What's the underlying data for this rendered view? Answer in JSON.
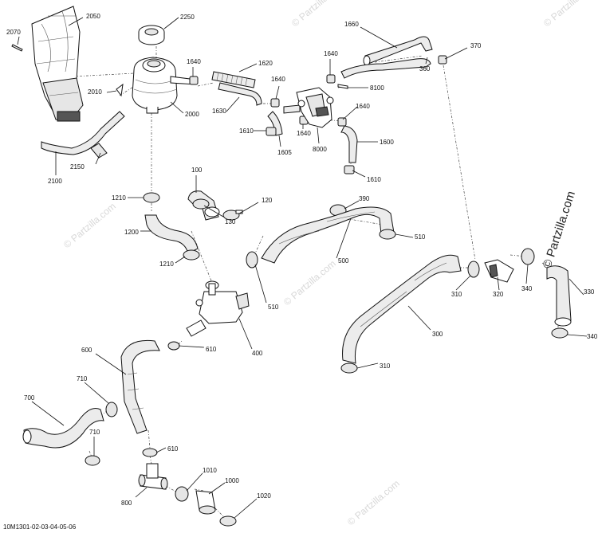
{
  "diagram": {
    "doc_code": "10M1301-02-03-04-05-06",
    "watermark_text": "© Partzilla.com",
    "watermark_big": "© Partzilla.com",
    "labels": [
      {
        "id": "2050",
        "text": "2050"
      },
      {
        "id": "2250",
        "text": "2250"
      },
      {
        "id": "2070",
        "text": "2070"
      },
      {
        "id": "1640a",
        "text": "1640"
      },
      {
        "id": "1620",
        "text": "1620"
      },
      {
        "id": "2010",
        "text": "2010"
      },
      {
        "id": "2000",
        "text": "2000"
      },
      {
        "id": "1640b",
        "text": "1640"
      },
      {
        "id": "1630",
        "text": "1630"
      },
      {
        "id": "1610a",
        "text": "1610"
      },
      {
        "id": "1605",
        "text": "1605"
      },
      {
        "id": "1640c",
        "text": "1640"
      },
      {
        "id": "8000",
        "text": "8000"
      },
      {
        "id": "1640d",
        "text": "1640"
      },
      {
        "id": "8100",
        "text": "8100"
      },
      {
        "id": "1640e",
        "text": "1640"
      },
      {
        "id": "1660",
        "text": "1660"
      },
      {
        "id": "360",
        "text": "360"
      },
      {
        "id": "370",
        "text": "370"
      },
      {
        "id": "1600",
        "text": "1600"
      },
      {
        "id": "1610b",
        "text": "1610"
      },
      {
        "id": "2150",
        "text": "2150"
      },
      {
        "id": "2100",
        "text": "2100"
      },
      {
        "id": "100",
        "text": "100"
      },
      {
        "id": "120",
        "text": "120"
      },
      {
        "id": "130",
        "text": "130"
      },
      {
        "id": "1210a",
        "text": "1210"
      },
      {
        "id": "1200",
        "text": "1200"
      },
      {
        "id": "1210b",
        "text": "1210"
      },
      {
        "id": "390",
        "text": "390"
      },
      {
        "id": "510a",
        "text": "510"
      },
      {
        "id": "500",
        "text": "500"
      },
      {
        "id": "510b",
        "text": "510"
      },
      {
        "id": "400",
        "text": "400"
      },
      {
        "id": "610a",
        "text": "610"
      },
      {
        "id": "600",
        "text": "600"
      },
      {
        "id": "300",
        "text": "300"
      },
      {
        "id": "310a",
        "text": "310"
      },
      {
        "id": "310b",
        "text": "310"
      },
      {
        "id": "320",
        "text": "320"
      },
      {
        "id": "340a",
        "text": "340"
      },
      {
        "id": "330",
        "text": "330"
      },
      {
        "id": "340b",
        "text": "340"
      },
      {
        "id": "710a",
        "text": "710"
      },
      {
        "id": "700",
        "text": "700"
      },
      {
        "id": "710b",
        "text": "710"
      },
      {
        "id": "610b",
        "text": "610"
      },
      {
        "id": "800",
        "text": "800"
      },
      {
        "id": "1010",
        "text": "1010"
      },
      {
        "id": "1000",
        "text": "1000"
      },
      {
        "id": "1020",
        "text": "1020"
      }
    ]
  }
}
